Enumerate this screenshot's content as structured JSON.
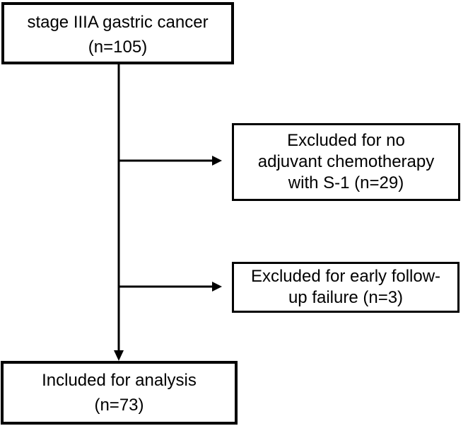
{
  "figure": {
    "type": "patient-flow-diagram",
    "colors": {
      "background": "#ffffff",
      "border": "#000000",
      "text": "#000000",
      "arrow": "#000000"
    },
    "nodes": {
      "enrollment": {
        "lines": [
          "stage IIIA gastric cancer",
          "(n=105)"
        ]
      },
      "excluded_no_chemo": {
        "lines": [
          "Excluded for no",
          "adjuvant chemotherapy",
          "with S-1 (n=29)"
        ]
      },
      "excluded_followup": {
        "lines": [
          "Excluded for early follow-",
          "up failure (n=3)"
        ]
      },
      "included": {
        "lines": [
          "Included for analysis",
          "(n=73)"
        ]
      }
    },
    "edges": [
      {
        "from": "enrollment",
        "to": "included",
        "direction": "down"
      },
      {
        "from": "main-flow",
        "to": "excluded_no_chemo",
        "direction": "right"
      },
      {
        "from": "main-flow",
        "to": "excluded_followup",
        "direction": "right"
      }
    ]
  }
}
